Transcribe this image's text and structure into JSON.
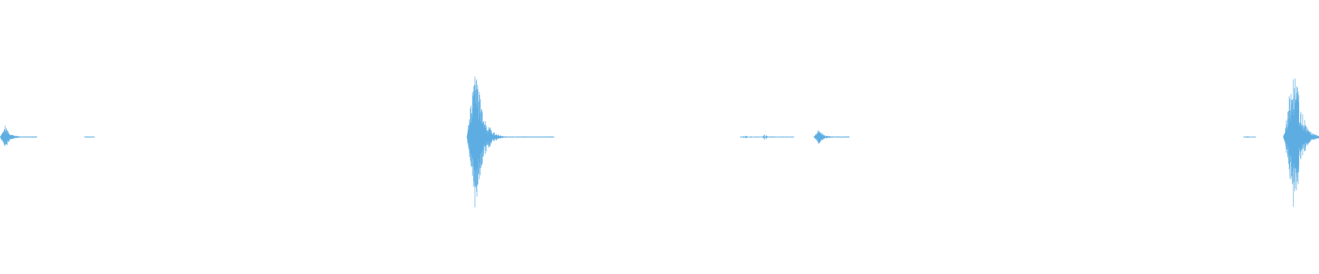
{
  "waveform": {
    "color": "#5dade2",
    "background": "#ffffff",
    "duration_px_scale_note_removed": null,
    "bursts": [
      {
        "start": 0.0,
        "peak": 0.004,
        "end": 0.028,
        "amplitude": 0.15,
        "decay": 0.35,
        "density": 1.0
      },
      {
        "start": 0.064,
        "peak": 0.066,
        "end": 0.072,
        "amplitude": 0.01,
        "decay": 0.6,
        "density": 0.6
      },
      {
        "start": 0.354,
        "peak": 0.361,
        "end": 0.42,
        "amplitude": 1.0,
        "decay": 0.18,
        "density": 1.0
      },
      {
        "start": 0.561,
        "peak": 0.566,
        "end": 0.602,
        "amplitude": 0.02,
        "decay": 0.6,
        "density": 0.35
      },
      {
        "start": 0.578,
        "peak": 0.58,
        "end": 0.586,
        "amplitude": 0.05,
        "decay": 0.5,
        "density": 0.8
      },
      {
        "start": 0.617,
        "peak": 0.621,
        "end": 0.644,
        "amplitude": 0.1,
        "decay": 0.35,
        "density": 1.0
      },
      {
        "start": 0.943,
        "peak": 0.946,
        "end": 0.952,
        "amplitude": 0.01,
        "decay": 0.6,
        "density": 0.6
      },
      {
        "start": 0.973,
        "peak": 0.982,
        "end": 1.0,
        "amplitude": 1.0,
        "decay": 0.55,
        "density": 1.0
      }
    ]
  }
}
